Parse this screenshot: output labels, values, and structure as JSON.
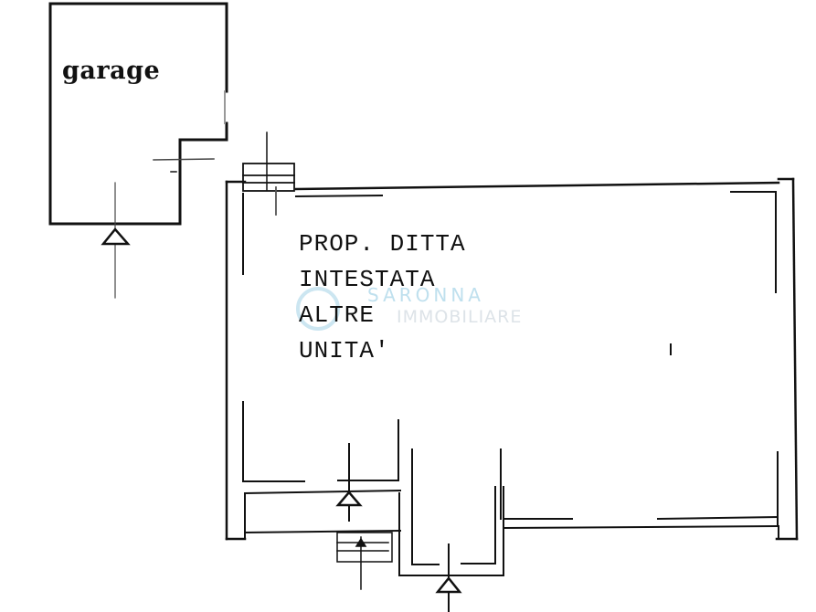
{
  "plan": {
    "garage_label": "garage",
    "main_unit_lines": [
      "PROP. DITTA",
      "INTESTATA",
      "ALTRE",
      "UNITA'"
    ]
  },
  "watermark": {
    "line1": "SARONNA",
    "line2": "IMMOBILIARE",
    "color": "#a9d6ea"
  },
  "colors": {
    "wall": "#111111",
    "background": "#ffffff"
  }
}
